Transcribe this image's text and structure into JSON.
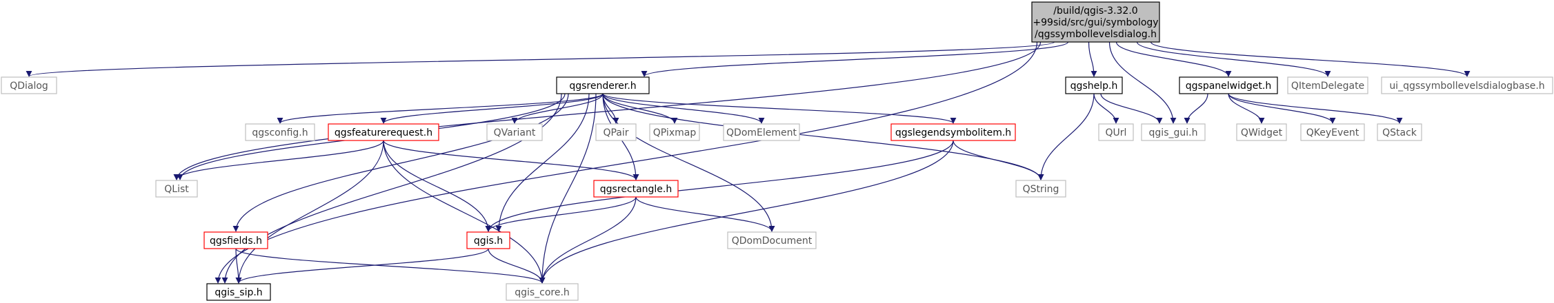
{
  "graph": {
    "colors": {
      "edge": "#191970",
      "root_fill": "#bfbfbf",
      "root_border": "#000000",
      "documented_border": "#000000",
      "truncated_border": "#ff0000",
      "external_border": "#bfbfbf"
    },
    "nodes": {
      "root": {
        "lines": [
          "/build/qgis-3.32.0",
          "+99sid/src/gui/symbology",
          "/qgssymbollevelsdialog.h"
        ],
        "kind": "root"
      },
      "qdialog": {
        "lines": [
          "QDialog"
        ],
        "kind": "external"
      },
      "qgsrenderer": {
        "lines": [
          "qgsrenderer.h"
        ],
        "kind": "documented"
      },
      "qgshelp": {
        "lines": [
          "qgshelp.h"
        ],
        "kind": "documented"
      },
      "qgspanelwidget": {
        "lines": [
          "qgspanelwidget.h"
        ],
        "kind": "documented"
      },
      "qitemdelegate": {
        "lines": [
          "QItemDelegate"
        ],
        "kind": "external"
      },
      "ui_base": {
        "lines": [
          "ui_qgssymbollevelsdialogbase.h"
        ],
        "kind": "external"
      },
      "qgsconfig": {
        "lines": [
          "qgsconfig.h"
        ],
        "kind": "external"
      },
      "qgsfeaturerequest": {
        "lines": [
          "qgsfeaturerequest.h"
        ],
        "kind": "truncated"
      },
      "qvariant": {
        "lines": [
          "QVariant"
        ],
        "kind": "external"
      },
      "qpair": {
        "lines": [
          "QPair"
        ],
        "kind": "external"
      },
      "qpixmap": {
        "lines": [
          "QPixmap"
        ],
        "kind": "external"
      },
      "qdomelement": {
        "lines": [
          "QDomElement"
        ],
        "kind": "external"
      },
      "qgslegendsymbolitem": {
        "lines": [
          "qgslegendsymbolitem.h"
        ],
        "kind": "truncated"
      },
      "qurl": {
        "lines": [
          "QUrl"
        ],
        "kind": "external"
      },
      "qgis_gui": {
        "lines": [
          "qgis_gui.h"
        ],
        "kind": "external"
      },
      "qwidget": {
        "lines": [
          "QWidget"
        ],
        "kind": "external"
      },
      "qkeyevent": {
        "lines": [
          "QKeyEvent"
        ],
        "kind": "external"
      },
      "qstack": {
        "lines": [
          "QStack"
        ],
        "kind": "external"
      },
      "qlist": {
        "lines": [
          "QList"
        ],
        "kind": "external"
      },
      "qgsrectangle": {
        "lines": [
          "qgsrectangle.h"
        ],
        "kind": "truncated"
      },
      "qstring": {
        "lines": [
          "QString"
        ],
        "kind": "external"
      },
      "qgsfields": {
        "lines": [
          "qgsfields.h"
        ],
        "kind": "truncated"
      },
      "qgis": {
        "lines": [
          "qgis.h"
        ],
        "kind": "truncated"
      },
      "qdomdocument": {
        "lines": [
          "QDomDocument"
        ],
        "kind": "external"
      },
      "qgis_sip": {
        "lines": [
          "qgis_sip.h"
        ],
        "kind": "documented"
      },
      "qgis_core": {
        "lines": [
          "qgis_core.h"
        ],
        "kind": "external"
      }
    },
    "edges": [
      [
        "root",
        "qdialog"
      ],
      [
        "root",
        "qgsrenderer"
      ],
      [
        "root",
        "qgshelp"
      ],
      [
        "root",
        "qgspanelwidget"
      ],
      [
        "root",
        "qitemdelegate"
      ],
      [
        "root",
        "ui_base"
      ],
      [
        "root",
        "qgis_gui"
      ],
      [
        "root",
        "qlist"
      ],
      [
        "root",
        "qgis_sip"
      ],
      [
        "qgsrenderer",
        "qgsconfig"
      ],
      [
        "qgsrenderer",
        "qgsfeaturerequest"
      ],
      [
        "qgsrenderer",
        "qvariant"
      ],
      [
        "qgsrenderer",
        "qpair"
      ],
      [
        "qgsrenderer",
        "qpixmap"
      ],
      [
        "qgsrenderer",
        "qdomelement"
      ],
      [
        "qgsrenderer",
        "qgslegendsymbolitem"
      ],
      [
        "qgsrenderer",
        "qlist"
      ],
      [
        "qgsrenderer",
        "qgsrectangle"
      ],
      [
        "qgsrenderer",
        "qstring"
      ],
      [
        "qgsrenderer",
        "qgsfields"
      ],
      [
        "qgsrenderer",
        "qgis"
      ],
      [
        "qgsrenderer",
        "qdomdocument"
      ],
      [
        "qgsrenderer",
        "qgis_sip"
      ],
      [
        "qgsrenderer",
        "qgis_core"
      ],
      [
        "qgshelp",
        "qurl"
      ],
      [
        "qgshelp",
        "qgis_gui"
      ],
      [
        "qgshelp",
        "qstring"
      ],
      [
        "qgspanelwidget",
        "qgis_gui"
      ],
      [
        "qgspanelwidget",
        "qwidget"
      ],
      [
        "qgspanelwidget",
        "qkeyevent"
      ],
      [
        "qgspanelwidget",
        "qstack"
      ],
      [
        "qgsfeaturerequest",
        "qlist"
      ],
      [
        "qgsfeaturerequest",
        "qgsrectangle"
      ],
      [
        "qgsfeaturerequest",
        "qgis"
      ],
      [
        "qgsfeaturerequest",
        "qgis_sip"
      ],
      [
        "qgsfeaturerequest",
        "qgis_core"
      ],
      [
        "qgslegendsymbolitem",
        "qstring"
      ],
      [
        "qgslegendsymbolitem",
        "qgis"
      ],
      [
        "qgslegendsymbolitem",
        "qgis_core"
      ],
      [
        "qgsrectangle",
        "qgis"
      ],
      [
        "qgsrectangle",
        "qdomdocument"
      ],
      [
        "qgsrectangle",
        "qgis_core"
      ],
      [
        "qgsfields",
        "qgis_sip"
      ],
      [
        "qgsfields",
        "qgis_core"
      ],
      [
        "qgis",
        "qgis_sip"
      ],
      [
        "qgis",
        "qgis_core"
      ]
    ]
  }
}
